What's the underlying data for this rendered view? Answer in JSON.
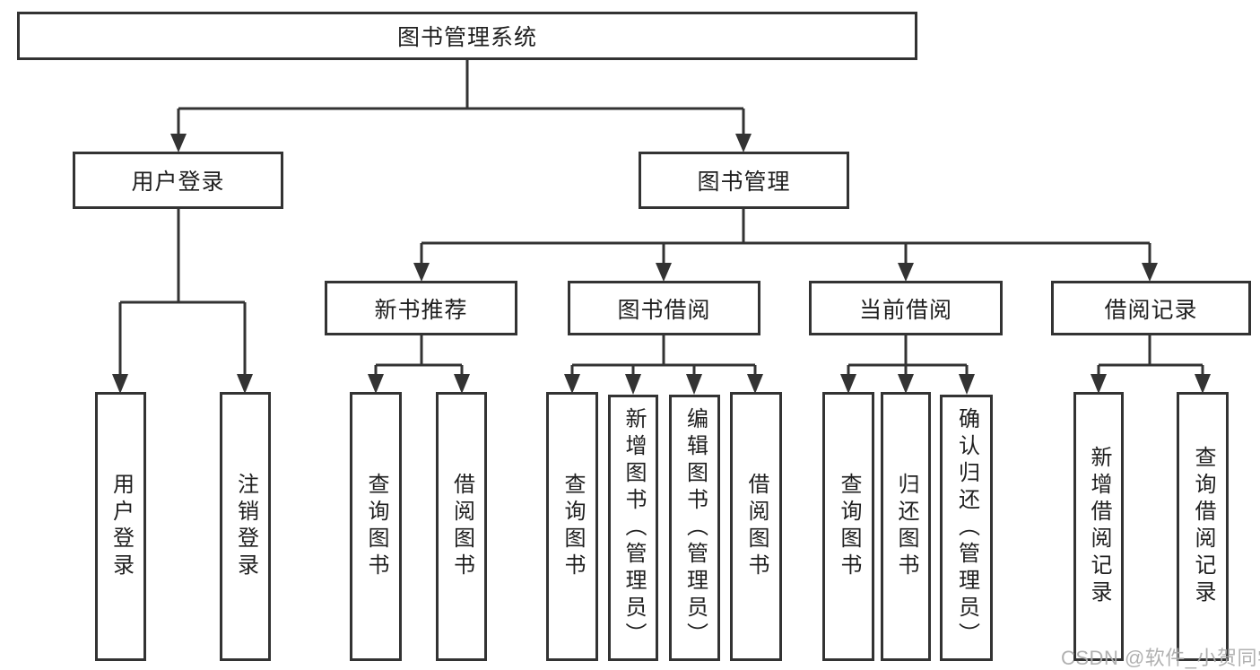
{
  "tree": {
    "root": "图书管理系统",
    "branches": [
      {
        "label": "用户登录",
        "leaves": [
          "用户登录",
          "注销登录"
        ]
      },
      {
        "label": "图书管理",
        "groups": [
          {
            "label": "新书推荐",
            "leaves": [
              "查询图书",
              "借阅图书"
            ]
          },
          {
            "label": "图书借阅",
            "leaves": [
              "查询图书",
              "新增图书（管理员）",
              "编辑图书（管理员）",
              "借阅图书"
            ]
          },
          {
            "label": "当前借阅",
            "leaves": [
              "查询图书",
              "归还图书",
              "确认归还（管理员）"
            ]
          },
          {
            "label": "借阅记录",
            "leaves": [
              "新增借阅记录",
              "查询借阅记录"
            ]
          }
        ]
      }
    ]
  },
  "watermark": {
    "text": "CSDN @软件_小贺同学"
  },
  "colors": {
    "line": "#333333",
    "box_border": "#333333",
    "text": "#1f1f1f",
    "watermark": "#adadad",
    "background": "#ffffff"
  }
}
